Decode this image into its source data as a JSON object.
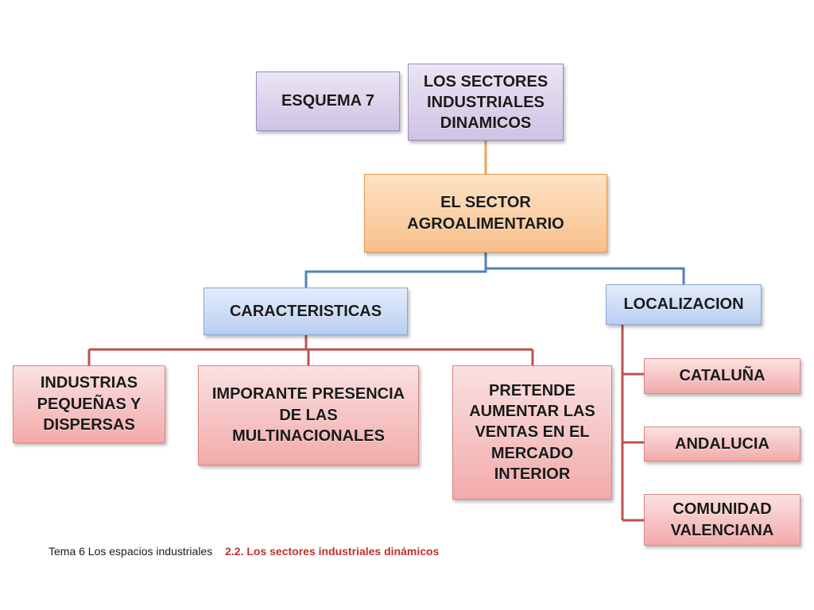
{
  "nodes": {
    "esquema": "ESQUEMA 7",
    "root": "LOS SECTORES INDUSTRIALES DINAMICOS",
    "sector": "EL SECTOR AGROALIMENTARIO",
    "caracteristicas": "CARACTERISTICAS",
    "localizacion": "LOCALIZACION",
    "industrias": "INDUSTRIAS PEQUEÑAS Y DISPERSAS",
    "multinacionales": "IMPORANTE PRESENCIA DE LAS MULTINACIONALES",
    "mercado": "PRETENDE AUMENTAR LAS VENTAS EN EL MERCADO INTERIOR",
    "cataluna": "CATALUÑA",
    "andalucia": "ANDALUCIA",
    "valenciana": "COMUNIDAD VALENCIANA"
  },
  "footer": {
    "topic": "Tema 6 Los espacios industriales",
    "section": "2.2. Los sectores industriales dinámicos"
  },
  "colors": {
    "purple_box": "#cfc3e4",
    "orange_box": "#f8bf8a",
    "blue_box": "#b9cef0",
    "red_box": "#f2aaaa",
    "orange_line": "#f0a050",
    "blue_line": "#4f81bd",
    "red_line": "#c0504d"
  }
}
